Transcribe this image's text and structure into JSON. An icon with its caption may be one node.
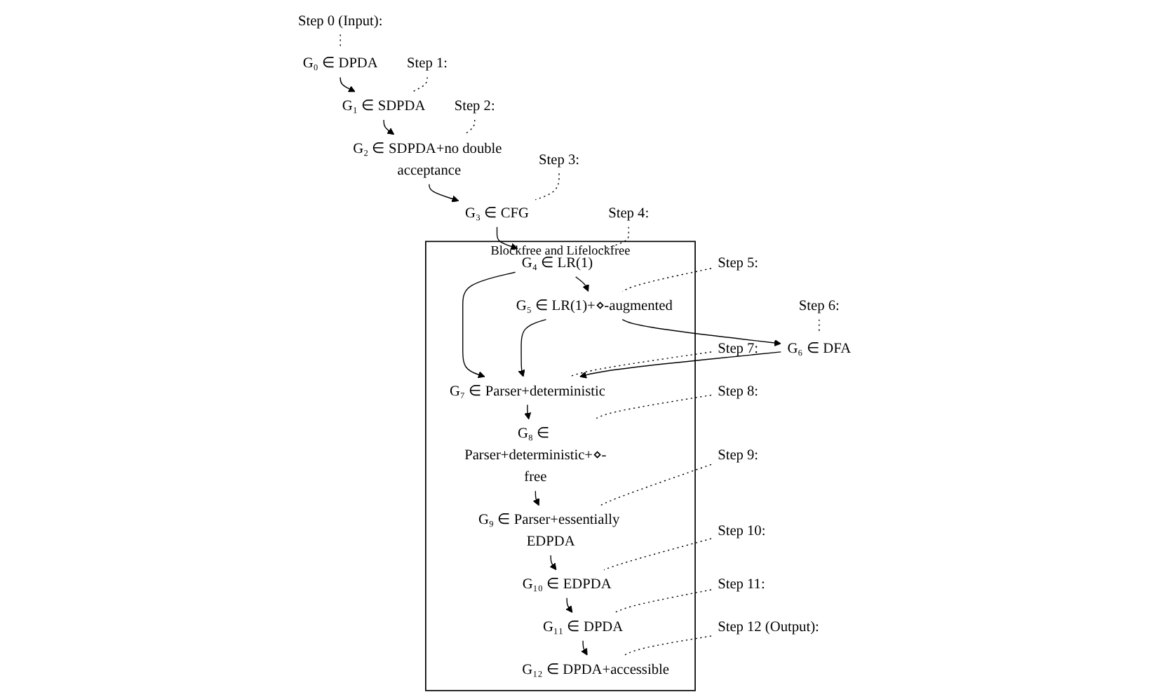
{
  "diagram": {
    "nodes": [
      {
        "text": [
          "Blockfree and Lifelockfree"
        ]
      },
      {
        "text": [
          "Step 0 (Input):"
        ]
      },
      {
        "text": [
          "G₀ ∈ DPDA"
        ]
      },
      {
        "text": [
          "Step 1:"
        ]
      },
      {
        "text": [
          "G₁ ∈ SDPDA"
        ]
      },
      {
        "text": [
          "Step 2:"
        ]
      },
      {
        "text": [
          "G₂ ∈ SDPDA+no double acceptance"
        ]
      },
      {
        "text": [
          "Step 3:"
        ]
      },
      {
        "text": [
          "G₃ ∈ CFG"
        ]
      },
      {
        "text": [
          "Step 4:"
        ]
      },
      {
        "text": [
          "G₄ ∈ LR(1)"
        ],
        "in": 0
      },
      {
        "text": [
          "Step 5:"
        ]
      },
      {
        "text": [
          "G₅ ∈ LR(1)+⋄-augmented"
        ],
        "in": 0
      },
      {
        "text": [
          "Step 6:"
        ]
      },
      {
        "text": [
          "G₆ ∈ DFA"
        ]
      },
      {
        "text": [
          "Step 7:"
        ]
      },
      {
        "text": [
          "G₇ ∈ Parser+deterministic"
        ],
        "in": 0
      },
      {
        "text": [
          "Step 8:"
        ]
      },
      {
        "text": [
          "G₈ ∈ Parser+deterministic+⋄-free"
        ],
        "in": 0
      },
      {
        "text": [
          "Step 9:"
        ]
      },
      {
        "text": [
          "G₉ ∈ Parser+essentially EDPDA"
        ],
        "in": 0
      },
      {
        "text": [
          "Step 10:"
        ]
      },
      {
        "text": [
          "G₁₀ ∈ EDPDA"
        ],
        "in": 0
      },
      {
        "text": [
          "Step 11:"
        ]
      },
      {
        "text": [
          "G₁₁ ∈ DPDA"
        ],
        "in": 0
      },
      {
        "text": [
          "Step 12 (Output):"
        ]
      },
      {
        "text": [
          "G₁₂ ∈ DPDA+accessible"
        ],
        "in": 0
      }
    ],
    "edges": [
      {
        "from": 1,
        "to": 2,
        "arrow": "none",
        "style": "dashed"
      },
      {
        "from": 3,
        "to": 4,
        "arrow": "none",
        "style": "dashed"
      },
      {
        "from": 5,
        "to": 6,
        "arrow": "none",
        "style": "dashed"
      },
      {
        "from": 7,
        "to": 8,
        "arrow": "none",
        "style": "dashed"
      },
      {
        "from": 9,
        "to": 10,
        "arrow": "none",
        "style": "dashed"
      },
      {
        "from": 11,
        "to": 12,
        "arrow": "none",
        "style": "dashed"
      },
      {
        "from": 13,
        "to": 14,
        "arrow": "none",
        "style": "dashed"
      },
      {
        "from": 15,
        "to": 16,
        "arrow": "none",
        "style": "dashed"
      },
      {
        "from": 17,
        "to": 18,
        "arrow": "none",
        "style": "dashed"
      },
      {
        "from": 19,
        "to": 20,
        "arrow": "none",
        "style": "dashed"
      },
      {
        "from": 21,
        "to": 22,
        "arrow": "none",
        "style": "dashed"
      },
      {
        "from": 23,
        "to": 24,
        "arrow": "none",
        "style": "dashed"
      },
      {
        "from": 25,
        "to": 26,
        "arrow": "none",
        "style": "dashed"
      },
      {
        "from": 2,
        "to": 4,
        "arrow": "to"
      },
      {
        "from": 4,
        "to": 6,
        "arrow": "to"
      },
      {
        "from": 6,
        "to": 8,
        "arrow": "to"
      },
      {
        "from": 8,
        "to": 10,
        "arrow": "to"
      },
      {
        "from": 10,
        "to": 12,
        "arrow": "to"
      },
      {
        "from": 12,
        "to": 14,
        "arrow": "to"
      },
      {
        "from": 10,
        "to": 16,
        "arrow": "to"
      },
      {
        "from": 12,
        "to": 16,
        "arrow": "to"
      },
      {
        "from": 14,
        "to": 16,
        "arrow": "to"
      },
      {
        "from": 16,
        "to": 18,
        "arrow": "to"
      },
      {
        "from": 18,
        "to": 20,
        "arrow": "to"
      },
      {
        "from": 20,
        "to": 22,
        "arrow": "to"
      },
      {
        "from": 22,
        "to": 24,
        "arrow": "to"
      },
      {
        "from": 24,
        "to": 26,
        "arrow": "to"
      }
    ]
  }
}
